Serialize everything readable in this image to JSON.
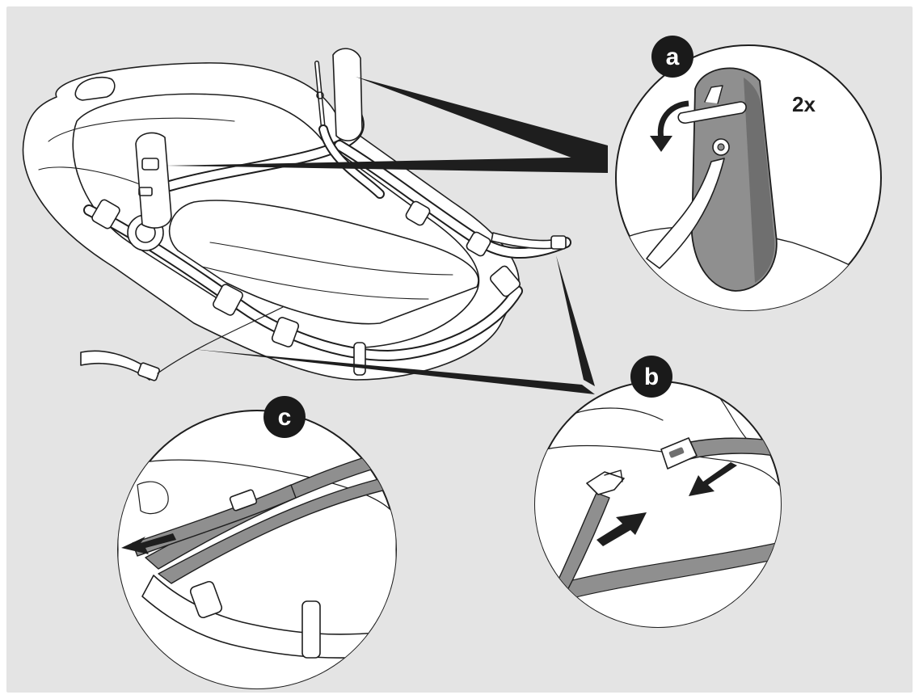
{
  "colors": {
    "panel_bg": "#e4e4e4",
    "line": "#1e1e1e",
    "shade": "#8f8f8f",
    "shade_dark": "#6f6f6f",
    "badge": "#1a1a1a",
    "badge_text": "#ffffff",
    "circle_bg": "#ffffff"
  },
  "steps": {
    "a": {
      "label": "a",
      "detail": "release-lever",
      "count_label": "2x"
    },
    "b": {
      "label": "b",
      "detail": "buckle-connect"
    },
    "c": {
      "label": "c",
      "detail": "strap-tighten"
    }
  },
  "icons": {
    "rotate": "rotate-arrow-icon",
    "push": "push-arrow-icon",
    "pull": "pull-arrow-icon"
  }
}
